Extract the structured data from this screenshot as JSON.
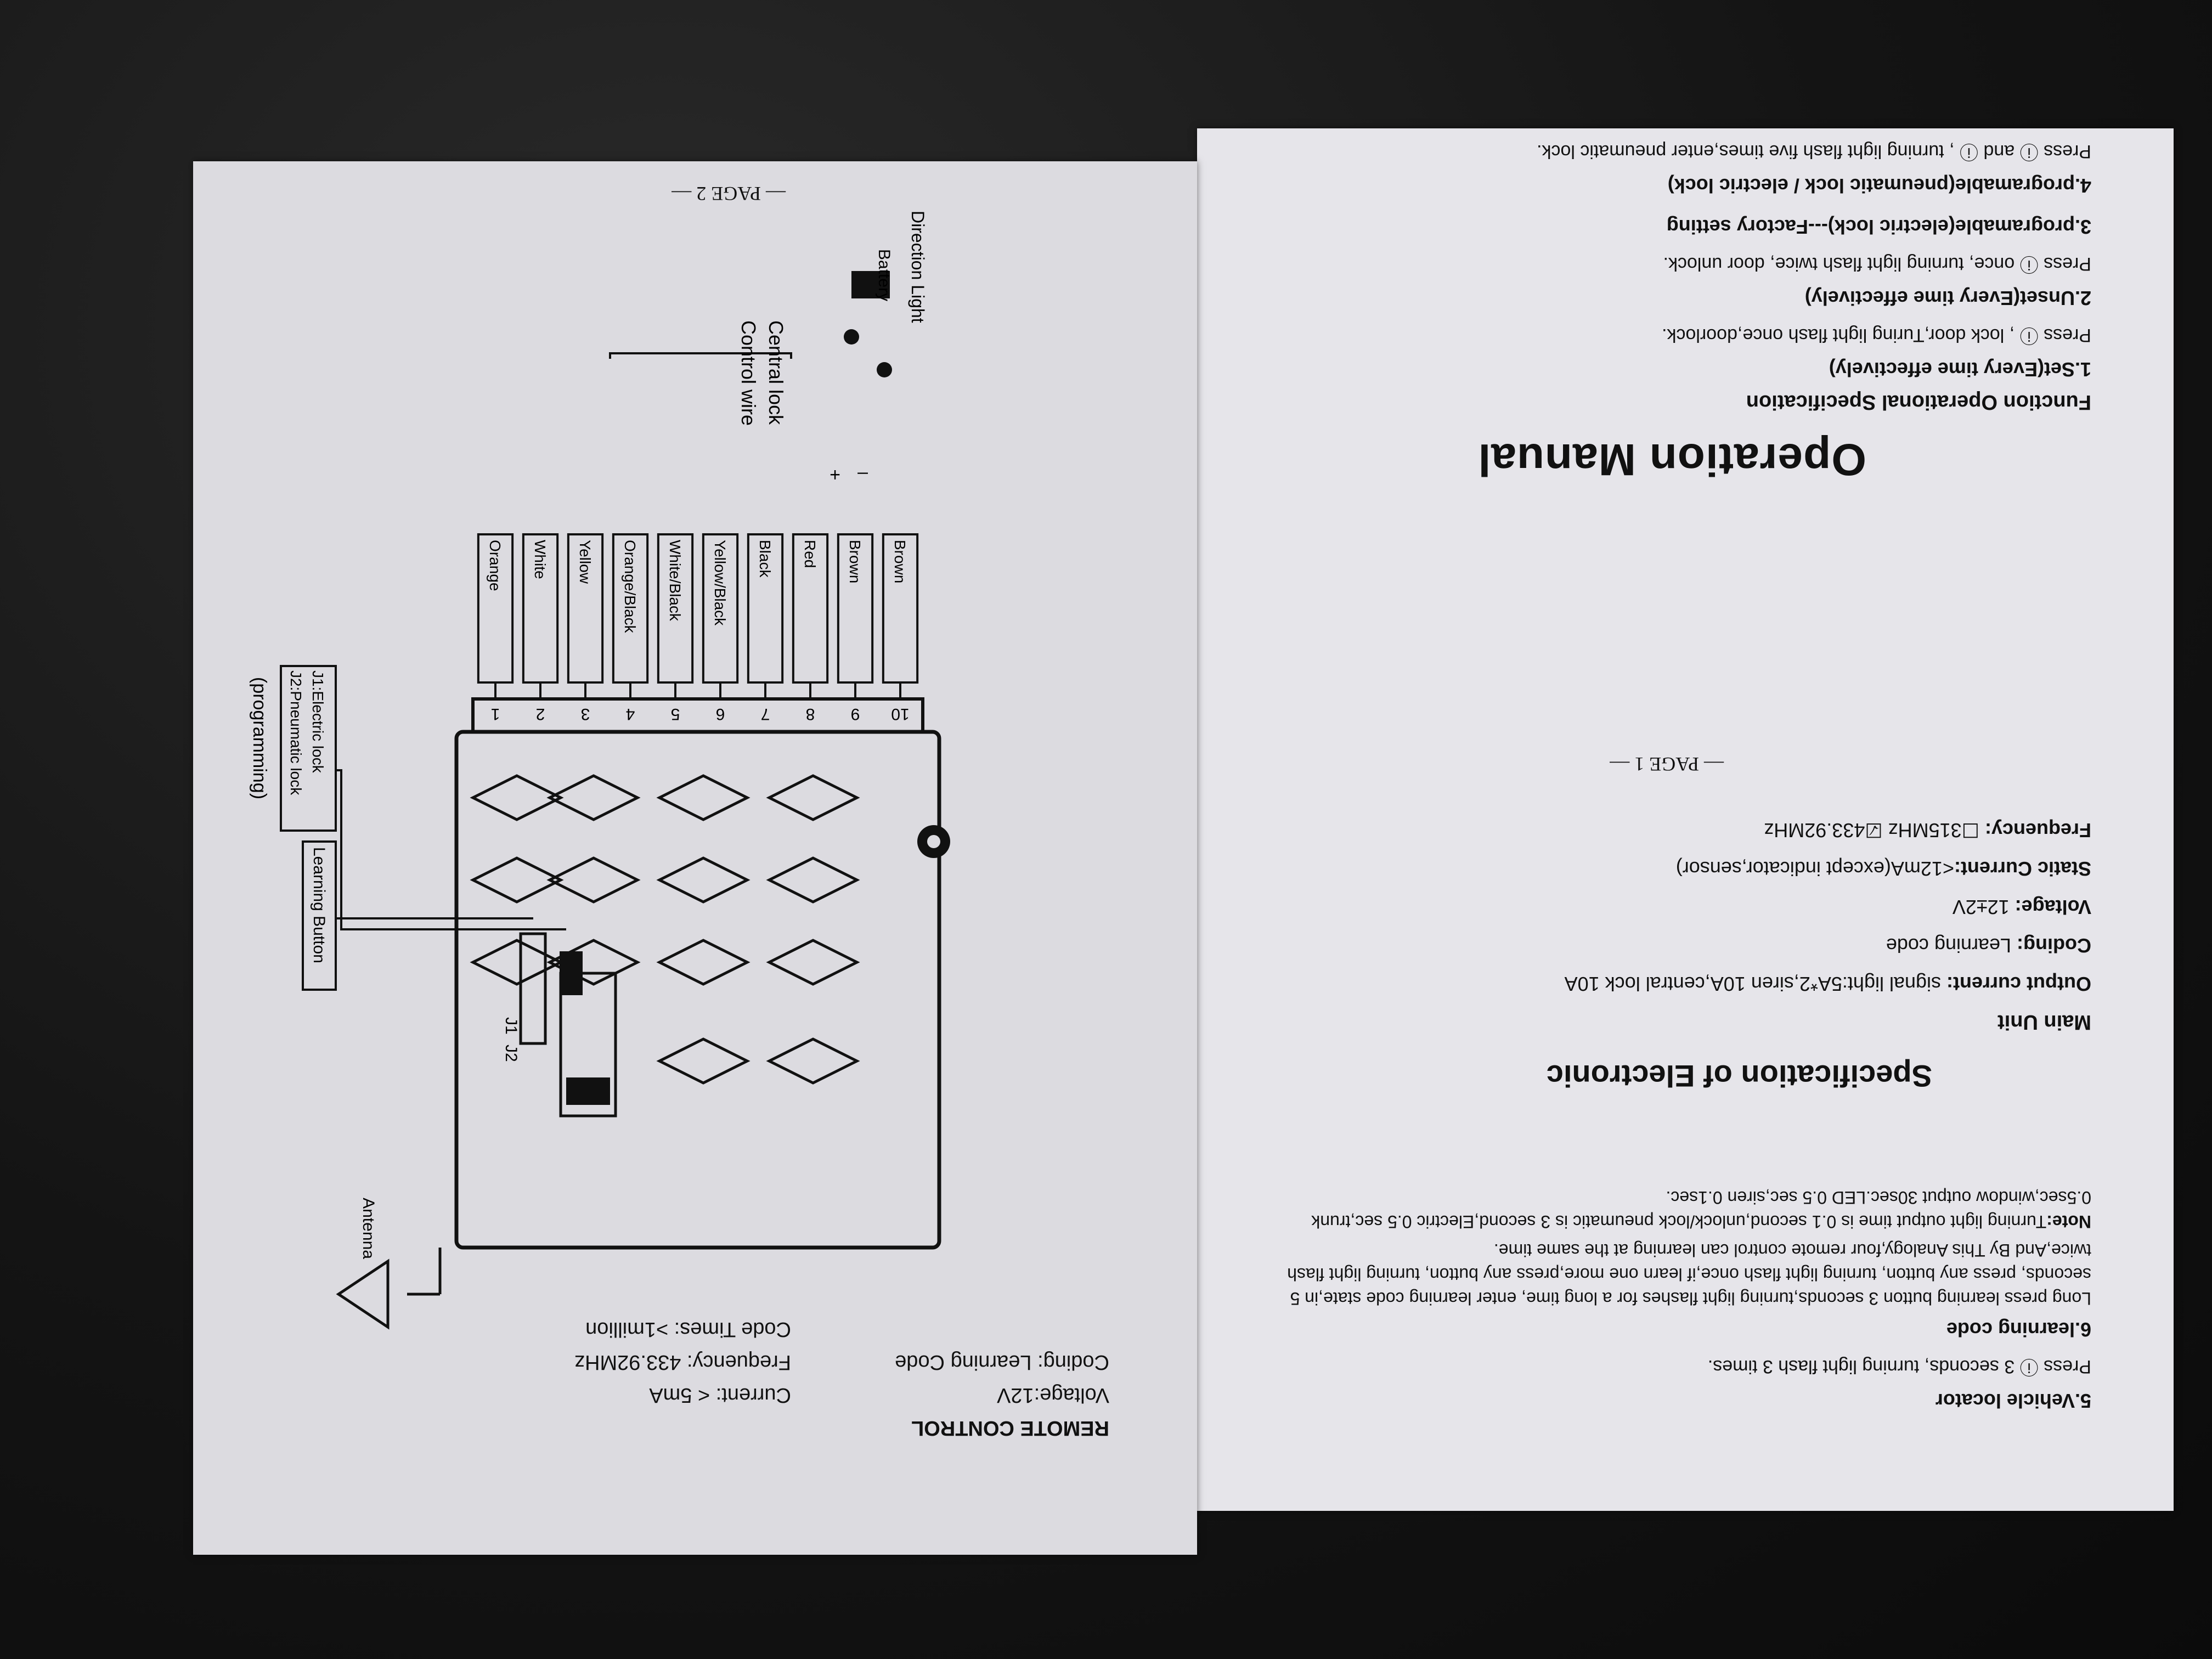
{
  "page1": {
    "title": "Operation Manual",
    "function_heading": "Function Operational Specification",
    "sections": [
      {
        "heading": "1.Set(Every time effectively)",
        "text": "Press ⓘ , lock door,Turing light flash once,doorlock."
      },
      {
        "heading": "2.Unset(Every time effectively)",
        "text": "Press ⓘ once, turning light flash twice, door unlock."
      },
      {
        "heading": "3.programable(electric lock)---Factory setting",
        "text": ""
      },
      {
        "heading": "4.programable(pneumatic lock / electric lock)",
        "text": "Press ⓘ and ⓘ , turning light flash five times,enter pneumatic lock."
      },
      {
        "heading": "5.Vehicle locator",
        "text": "Press ⓘ 3 seconds, turning light flash 3 times."
      },
      {
        "heading": "6.learning code",
        "text": "Long press learning button 3 seconds,turning light flashes for a long time, enter learning code state,in  5  seconds, press any button, turning light flash once,if learn one more,press any button, turning light flash twice,And By This Analogy,four remote control can learning at the same time."
      }
    ],
    "note_label": "Note:",
    "note_text": "Turning light output time is 0.1 second,unlock/lock pneumatic is 3 second,Electric 0.5 sec,trunk 0.5sec,window output 30sec.LED 0.5 sec,siren 0.1sec.",
    "spec_title": "Specification of Electronic",
    "main_unit": "Main Unit",
    "specs": [
      {
        "label": "Output current:",
        "value": " signal light:5A*2,siren 10A,central lock 10A"
      },
      {
        "label": "Coding:",
        "value": " Learning code"
      },
      {
        "label": "Voltage:",
        "value": " 12±2V"
      },
      {
        "label": "Static Current:",
        "value": "<12mA(except indicator,sensor)"
      },
      {
        "label": "Frequency:",
        "value": " ☐315MHz ☑433.92MHz"
      }
    ],
    "footer": "— PAGE 1 —"
  },
  "page2": {
    "remote_title": "REMOTE CONTROL",
    "remote_left": [
      "Voltage:12V",
      "Coding: Learning Code"
    ],
    "remote_right": [
      "Current:  < 5mA",
      "Frequency: 433.92MHz",
      "Code Times: >1million"
    ],
    "antenna_label": "Antenna",
    "learning_button_label": "Learning Button",
    "jumper_labels": [
      "J1:Electric lock",
      "J2:Pneumatic lock"
    ],
    "jumper_note": "(programming)",
    "j1": "J1",
    "j2": "J2",
    "pins": [
      {
        "num": "1",
        "color": "Orange"
      },
      {
        "num": "2",
        "color": "White"
      },
      {
        "num": "3",
        "color": "Yellow"
      },
      {
        "num": "4",
        "color": "Orange/Black"
      },
      {
        "num": "5",
        "color": "White/Black"
      },
      {
        "num": "6",
        "color": "Yellow/Black"
      },
      {
        "num": "7",
        "color": "Black"
      },
      {
        "num": "8",
        "color": "Red"
      },
      {
        "num": "9",
        "color": "Brown"
      },
      {
        "num": "10",
        "color": "Brown"
      }
    ],
    "central_lock_label": [
      "Central lock",
      "Control wire"
    ],
    "battery_label": "Battery",
    "direction_light_label": "Direction Light",
    "minus": "–",
    "plus": "+",
    "footer": "— PAGE 2 —"
  }
}
